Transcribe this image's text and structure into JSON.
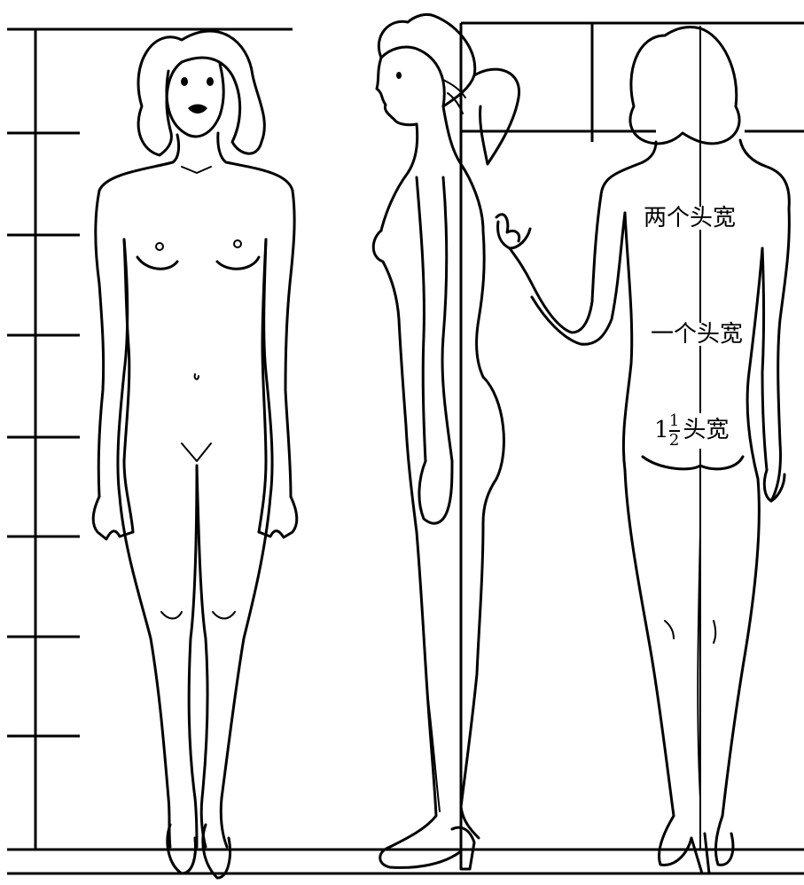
{
  "labels": {
    "two_head_widths": "两个头宽",
    "one_head_width": "一个头宽",
    "one_and_half_whole": "1",
    "one_and_half_num": "1",
    "one_and_half_den": "2",
    "one_and_half_unit": "头宽"
  }
}
